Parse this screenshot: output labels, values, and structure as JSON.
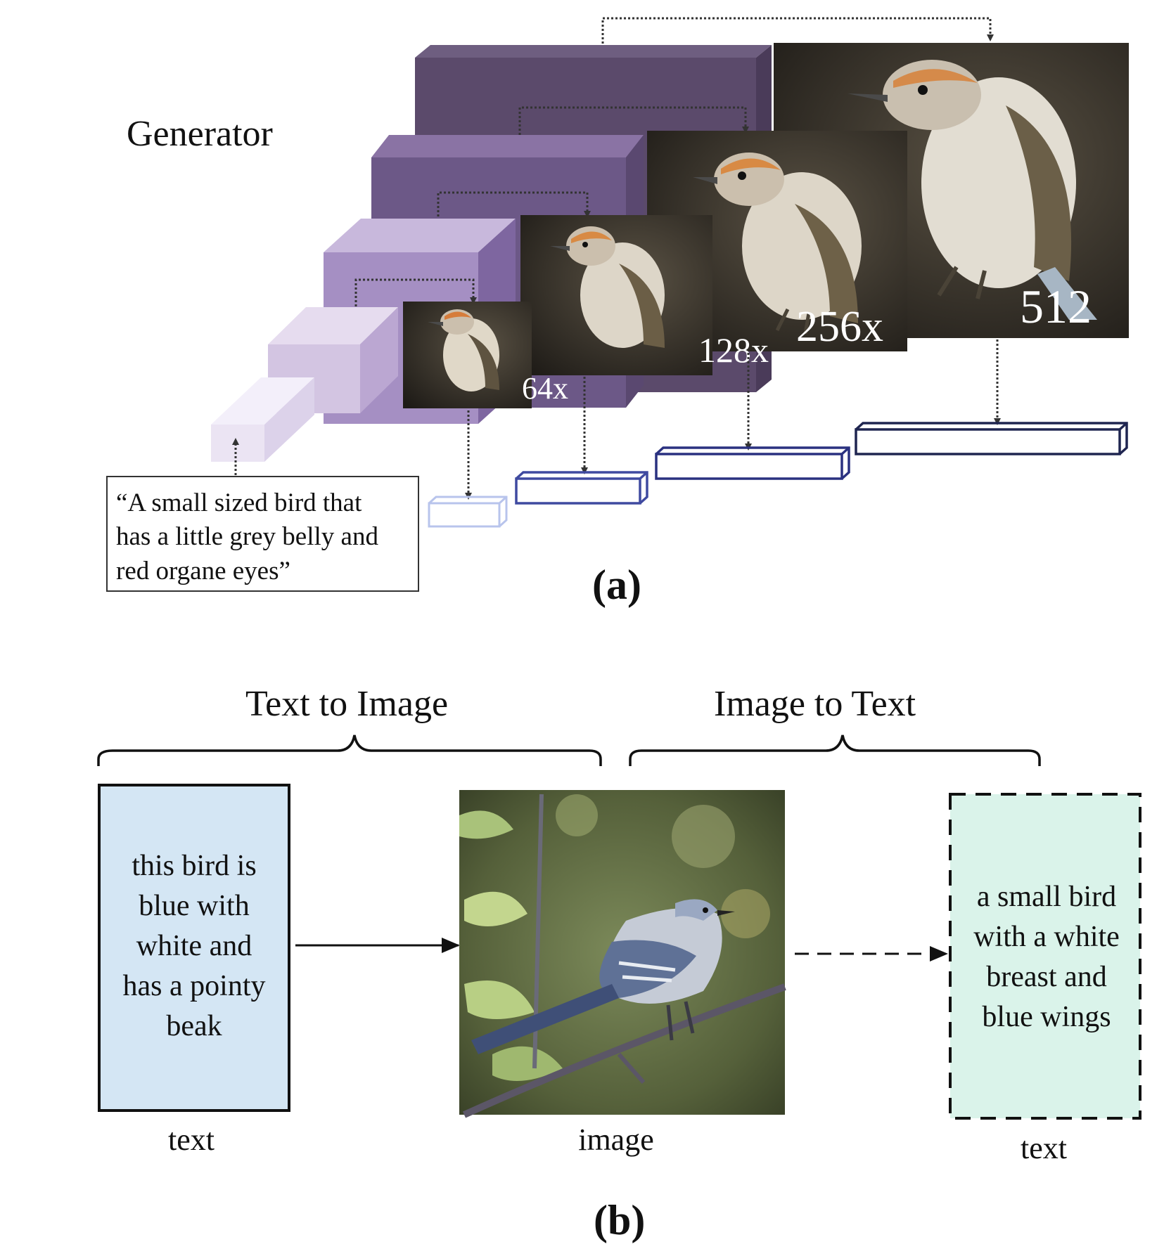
{
  "panel_a": {
    "title": "Generator",
    "stage_labels": [
      "64x",
      "128x",
      "256x",
      "512"
    ],
    "prompt_lines": [
      "“A small sized bird that",
      "has a little grey belly and",
      "red organe eyes”"
    ],
    "caption": "(a)"
  },
  "panel_b": {
    "left_brace_label": "Text to Image",
    "right_brace_label": "Image to Text",
    "input_text_lines": [
      "this bird is",
      "blue with",
      "white and",
      "has a pointy",
      "beak"
    ],
    "output_text_lines": [
      "a small bird",
      "with a white",
      "breast and",
      "blue wings"
    ],
    "label_input": "text",
    "label_image": "image",
    "label_output": "text",
    "caption": "(b)"
  },
  "colors": {
    "generator_dark": "#5b4a6b",
    "generator_light": "#ece6f2",
    "discriminator_dark": "#1f2550",
    "discriminator_light": "#b8c4ec",
    "input_box_fill": "#d4e6f4",
    "output_box_fill": "#daf3ea"
  }
}
